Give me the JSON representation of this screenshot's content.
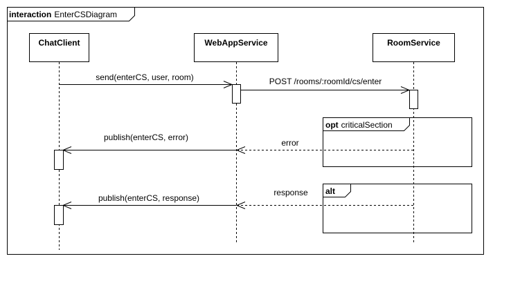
{
  "diagram": {
    "frame_keyword": "interaction",
    "frame_name": "EnterCSDiagram",
    "lifelines": [
      {
        "id": "chatclient",
        "label": "ChatClient"
      },
      {
        "id": "webapp",
        "label": "WebAppService"
      },
      {
        "id": "room",
        "label": "RoomService"
      }
    ],
    "messages": [
      {
        "label": "send(enterCS, user, room)",
        "from": "chatclient",
        "to": "webapp",
        "kind": "sync"
      },
      {
        "label": "POST /rooms/:roomId/cs/enter",
        "from": "webapp",
        "to": "room",
        "kind": "sync"
      },
      {
        "label": "error",
        "from": "room",
        "to": "webapp",
        "kind": "return"
      },
      {
        "label": "publish(enterCS, error)",
        "from": "webapp",
        "to": "chatclient",
        "kind": "sync"
      },
      {
        "label": "response",
        "from": "room",
        "to": "webapp",
        "kind": "return"
      },
      {
        "label": "publish(enterCS, response)",
        "from": "webapp",
        "to": "chatclient",
        "kind": "sync"
      }
    ],
    "fragments": [
      {
        "operator": "opt",
        "guard": "criticalSection"
      },
      {
        "operator": "alt",
        "guard": ""
      }
    ]
  }
}
